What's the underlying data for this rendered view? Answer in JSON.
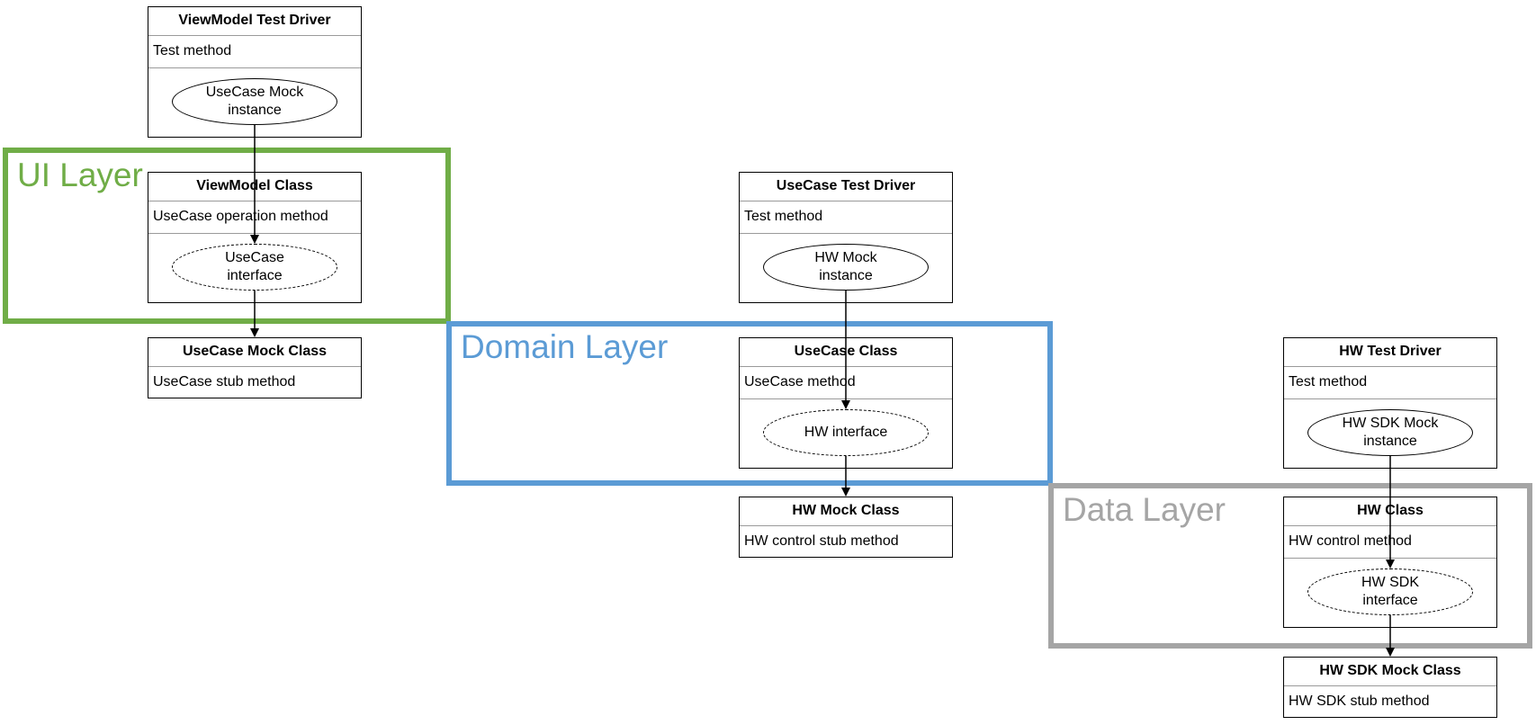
{
  "colors": {
    "ui_layer": "#70ad47",
    "domain_layer": "#5b9bd5",
    "data_layer": "#a5a5a5",
    "line": "#000000"
  },
  "layers": {
    "ui": {
      "label": "UI Layer"
    },
    "domain": {
      "label": "Domain Layer"
    },
    "data": {
      "label": "Data Layer"
    }
  },
  "boxes": {
    "viewmodel_test_driver": {
      "title": "ViewModel Test Driver",
      "method": "Test method",
      "ellipse": "UseCase Mock instance"
    },
    "viewmodel_class": {
      "title": "ViewModel Class",
      "method": "UseCase operation method",
      "ellipse": "UseCase interface"
    },
    "usecase_mock_class": {
      "title": "UseCase Mock Class",
      "method": "UseCase stub method"
    },
    "usecase_test_driver": {
      "title": "UseCase Test Driver",
      "method": "Test method",
      "ellipse": "HW Mock instance"
    },
    "usecase_class": {
      "title": "UseCase Class",
      "method": "UseCase method",
      "ellipse": "HW interface"
    },
    "hw_mock_class": {
      "title": "HW Mock Class",
      "method": "HW control stub method"
    },
    "hw_test_driver": {
      "title": "HW Test Driver",
      "method": "Test method",
      "ellipse": "HW SDK Mock instance"
    },
    "hw_class": {
      "title": "HW Class",
      "method": "HW control method",
      "ellipse": "HW SDK interface"
    },
    "hw_sdk_mock_class": {
      "title": "HW SDK Mock Class",
      "method": "HW SDK stub method"
    }
  }
}
